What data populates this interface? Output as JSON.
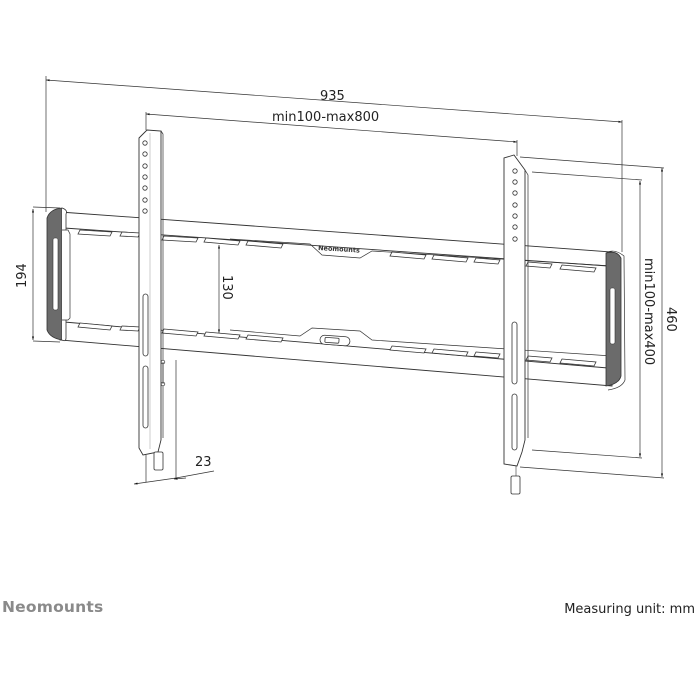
{
  "title": "Neomounts wall mount technical dimension drawing",
  "dimensions": {
    "overall_width": "935",
    "vesa_horizontal": "min100-max800",
    "rail_height": "194",
    "rail_spacing": "130",
    "vesa_vertical": "min100-max400",
    "overall_height": "460",
    "wall_depth": "23"
  },
  "product_brand_label": "Neomounts",
  "footer": {
    "brand": "Neomounts",
    "measuring_unit": "Measuring unit: mm"
  },
  "colors": {
    "line": "#333333",
    "end_cap": "#6b6b6b",
    "brand_text": "#8a8a8a"
  }
}
